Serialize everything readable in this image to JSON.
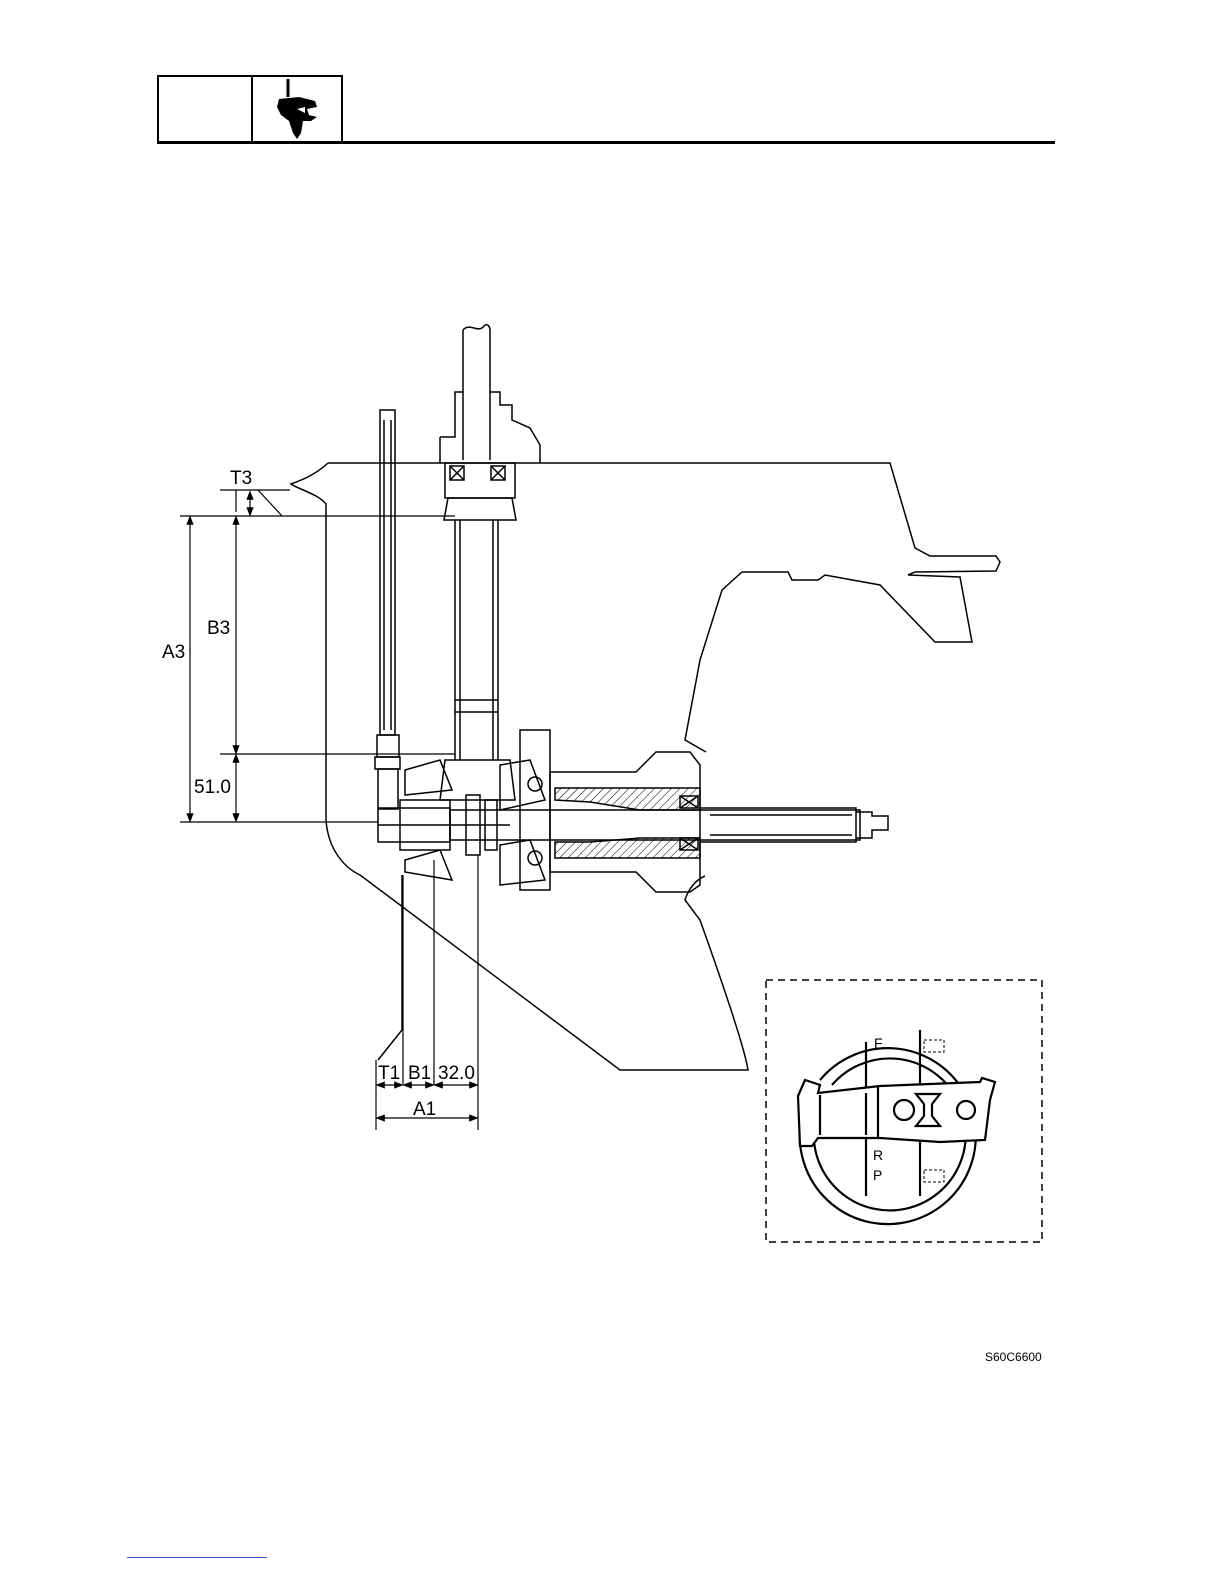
{
  "header": {
    "icon": "lower-unit-hand-icon"
  },
  "labels": {
    "T3": "T3",
    "B3": "B3",
    "A3": "A3",
    "v51": "51.0",
    "T1": "T1",
    "B1": "B1",
    "v32": "32.0",
    "A1": "A1"
  },
  "inset": {
    "F": "F",
    "R": "R",
    "P": "P"
  },
  "figure_code": "S60C6600"
}
